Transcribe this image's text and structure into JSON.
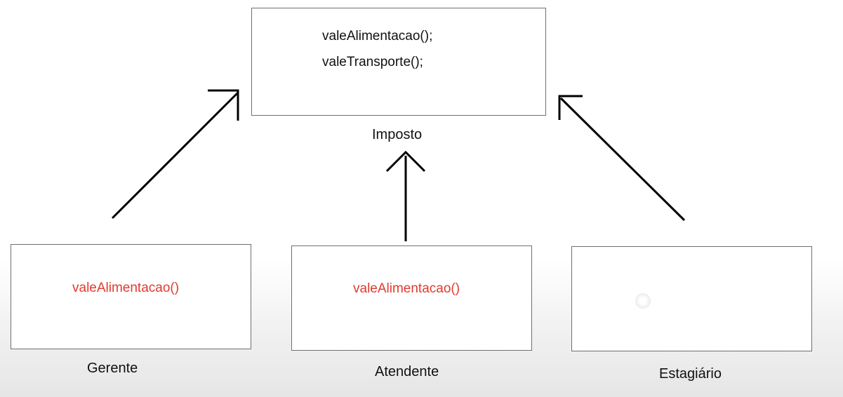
{
  "diagram": {
    "parent": {
      "methods": [
        "valeAlimentacao();",
        "valeTransporte();"
      ],
      "label": "Imposto"
    },
    "children": [
      {
        "label": "Gerente",
        "method": "valeAlimentacao()"
      },
      {
        "label": "Atendente",
        "method": "valeAlimentacao()"
      },
      {
        "label": "Estagiário",
        "method": ""
      }
    ],
    "colors": {
      "override_method": "#e03a2f",
      "text": "#111111",
      "box_border": "#6f6f6f"
    }
  }
}
